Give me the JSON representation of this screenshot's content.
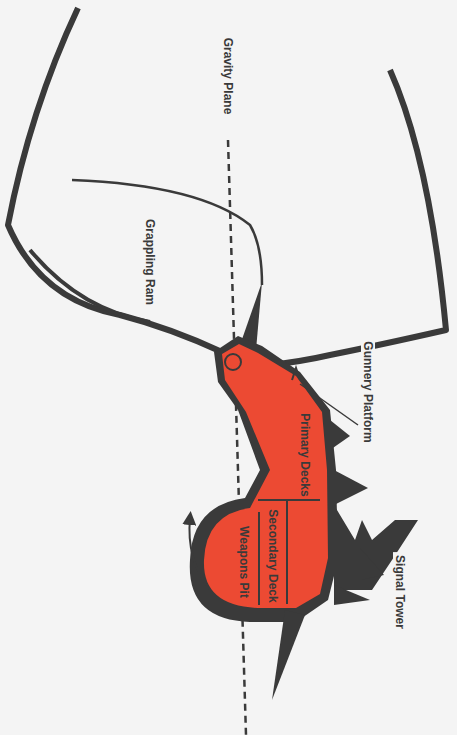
{
  "diagram": {
    "labels": [
      "Gravity Plane",
      "Grappling Ram",
      "Gunnery Platform",
      "Signal Tower",
      "Primary Decks",
      "Secondary Deck",
      "Weapons Pit"
    ]
  }
}
